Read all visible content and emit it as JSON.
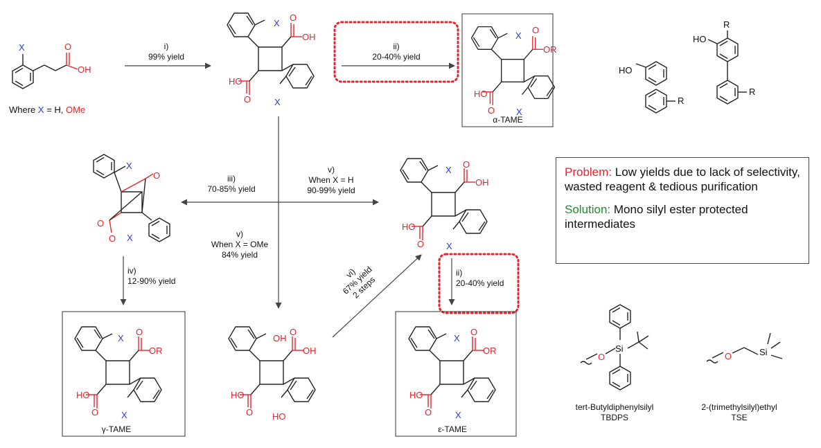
{
  "colors": {
    "red": "#e8222a",
    "green": "#1f8a2a",
    "blue": "#2a3bd6",
    "black": "#111111"
  },
  "atoms": {
    "X": "X",
    "O": "O",
    "OH": "OH",
    "HO": "HO",
    "R": "R",
    "OR": "OR",
    "Si": "Si"
  },
  "start": {
    "condition_prefix": "Where ",
    "x": "X",
    "eq": " = H, ",
    "ome": "OMe"
  },
  "steps": {
    "s1": {
      "label": "i)",
      "yield": "99% yield"
    },
    "s2a": {
      "label": "ii)",
      "yield": "20-40% yield"
    },
    "s3": {
      "label": "iii)",
      "yield": "70-85% yield"
    },
    "s5h": {
      "label": "v)",
      "cond": "When X = H",
      "yield": "90-99% yield"
    },
    "s4": {
      "label": "iv)",
      "yield": "12-90% yield"
    },
    "s5ome": {
      "label": "v)",
      "cond": "When X = OMe",
      "yield": "84% yield"
    },
    "s6": {
      "label": "vi)",
      "yield": "67% yield",
      "extra": "2 steps"
    },
    "s2e": {
      "label": "ii)",
      "yield": "20-40% yield"
    }
  },
  "products": {
    "alpha": "α-TAME",
    "gamma": "γ-TAME",
    "epsilon": "ε-TAME"
  },
  "info": {
    "problem_label": "Problem:",
    "problem_text": " Low yields due to lack of selectivity, wasted reagent & tedious purification",
    "solution_label": "Solution:",
    "solution_text": " Mono silyl ester protected intermediates"
  },
  "protecting_groups": {
    "tbdps_name": "tert-Butyldiphenylsilyl",
    "tbdps_abbr": "TBDPS",
    "tse_name": "2-(trimethylsilyl)ethyl",
    "tse_abbr": "TSE"
  }
}
